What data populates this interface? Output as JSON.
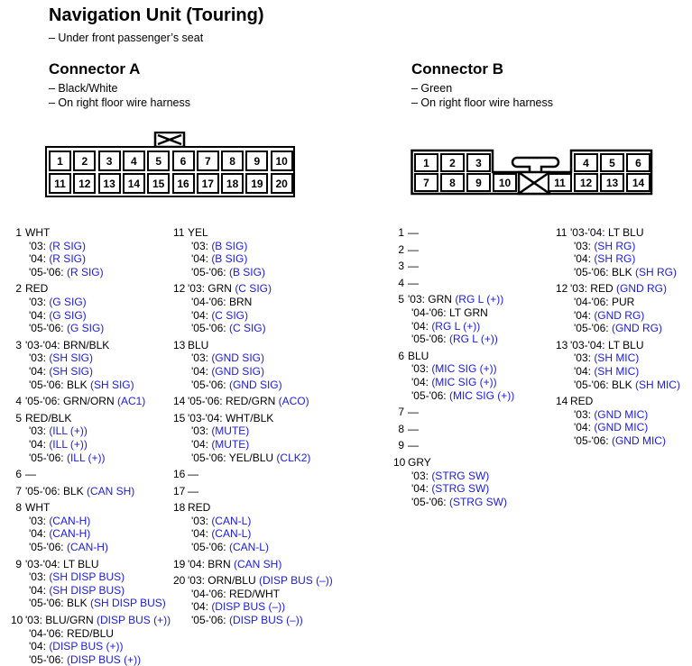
{
  "title": "Navigation Unit (Touring)",
  "location": "– Under front passenger’s seat",
  "connector_a": {
    "title": "Connector A",
    "notes": [
      "– Black/White",
      "– On right floor wire harness"
    ],
    "cells_top": [
      "1",
      "2",
      "3",
      "4",
      "5",
      "6",
      "7",
      "8",
      "9",
      "10"
    ],
    "cells_bottom": [
      "11",
      "12",
      "13",
      "14",
      "15",
      "16",
      "17",
      "18",
      "19",
      "20"
    ]
  },
  "connector_b": {
    "title": "Connector B",
    "notes": [
      "– Green",
      "– On right floor wire harness"
    ],
    "cells_top_left": [
      "1",
      "2",
      "3"
    ],
    "cells_top_right": [
      "4",
      "5",
      "6"
    ],
    "cells_bottom_left": [
      "7",
      "8",
      "9",
      "10"
    ],
    "cells_bottom_right": [
      "11",
      "12",
      "13",
      "14"
    ]
  },
  "pins_a_col1": [
    {
      "num": "1",
      "head": "WHT",
      "head_sig": "",
      "lines": [
        [
          "'03: ",
          "(R SIG)"
        ],
        [
          "'04: ",
          "(R SIG)"
        ],
        [
          "'05-'06: ",
          "(R SIG)"
        ]
      ]
    },
    {
      "num": "2",
      "head": "RED",
      "head_sig": "",
      "lines": [
        [
          "'03: ",
          "(G SIG)"
        ],
        [
          "'04: ",
          "(G SIG)"
        ],
        [
          "'05-'06: ",
          "(G SIG)"
        ]
      ]
    },
    {
      "num": "3",
      "head": "'03-'04: BRN/BLK",
      "head_sig": "",
      "lines": [
        [
          "'03: ",
          "(SH SIG)"
        ],
        [
          "'04: ",
          "(SH SIG)"
        ],
        [
          "'05-'06: BLK ",
          "(SH SIG)"
        ]
      ]
    },
    {
      "num": "4",
      "head": "'05-'06: GRN/ORN ",
      "head_sig": "(AC1)",
      "lines": []
    },
    {
      "num": "5",
      "head": "RED/BLK",
      "head_sig": "",
      "lines": [
        [
          "'03: ",
          "(ILL (+))"
        ],
        [
          "'04: ",
          "(ILL (+))"
        ],
        [
          "'05-'06: ",
          "(ILL (+))"
        ]
      ]
    },
    {
      "num": "6",
      "head": "—",
      "head_sig": "",
      "lines": []
    },
    {
      "num": "7",
      "head": "'05-'06: BLK ",
      "head_sig": "(CAN SH)",
      "lines": []
    },
    {
      "num": "8",
      "head": "WHT",
      "head_sig": "",
      "lines": [
        [
          "'03: ",
          "(CAN-H)"
        ],
        [
          "'04: ",
          "(CAN-H)"
        ],
        [
          "'05-'06: ",
          "(CAN-H)"
        ]
      ]
    },
    {
      "num": "9",
      "head": "'03-'04: LT BLU",
      "head_sig": "",
      "lines": [
        [
          "'03: ",
          "(SH DISP BUS)"
        ],
        [
          "'04: ",
          "(SH DISP BUS)"
        ],
        [
          "'05-'06: BLK ",
          "(SH DISP BUS)"
        ]
      ]
    },
    {
      "num": "10",
      "head": "'03: BLU/GRN ",
      "head_sig": "(DISP BUS (+))",
      "lines": [
        [
          "'04-'06: RED/BLU",
          ""
        ],
        [
          "'04: ",
          "(DISP BUS (+))"
        ],
        [
          "'05-'06: ",
          "(DISP BUS (+))"
        ]
      ]
    }
  ],
  "pins_a_col2": [
    {
      "num": "11",
      "head": "YEL",
      "head_sig": "",
      "lines": [
        [
          "'03: ",
          "(B SIG)"
        ],
        [
          "'04: ",
          "(B SIG)"
        ],
        [
          "'05-'06: ",
          "(B SIG)"
        ]
      ]
    },
    {
      "num": "12",
      "head": "'03: GRN ",
      "head_sig": "(C SIG)",
      "lines": [
        [
          "'04-'06: BRN",
          ""
        ],
        [
          "'04: ",
          "(C SIG)"
        ],
        [
          "'05-'06: ",
          "(C SIG)"
        ]
      ]
    },
    {
      "num": "13",
      "head": "BLU",
      "head_sig": "",
      "lines": [
        [
          "'03: ",
          "(GND SIG)"
        ],
        [
          "'04: ",
          "(GND SIG)"
        ],
        [
          "'05-'06: ",
          "(GND SIG)"
        ]
      ]
    },
    {
      "num": "14",
      "head": "'05-'06: RED/GRN ",
      "head_sig": "(ACO)",
      "lines": []
    },
    {
      "num": "15",
      "head": "'03-'04: WHT/BLK",
      "head_sig": "",
      "lines": [
        [
          "'03: ",
          "(MUTE)"
        ],
        [
          "'04: ",
          "(MUTE)"
        ],
        [
          "'05-'06: YEL/BLU ",
          "(CLK2)"
        ]
      ]
    },
    {
      "num": "16",
      "head": "—",
      "head_sig": "",
      "lines": []
    },
    {
      "num": "17",
      "head": "—",
      "head_sig": "",
      "lines": []
    },
    {
      "num": "18",
      "head": "RED",
      "head_sig": "",
      "lines": [
        [
          "'03: ",
          "(CAN-L)"
        ],
        [
          "'04: ",
          "(CAN-L)"
        ],
        [
          "'05-'06: ",
          "(CAN-L)"
        ]
      ]
    },
    {
      "num": "19",
      "head": "'04: BRN ",
      "head_sig": "(CAN SH)",
      "lines": []
    },
    {
      "num": "20",
      "head": "'03: ORN/BLU ",
      "head_sig": "(DISP BUS (–))",
      "lines": [
        [
          "'04-'06: RED/WHT",
          ""
        ],
        [
          "'04: ",
          "(DISP BUS (–))"
        ],
        [
          "'05-'06: ",
          "(DISP BUS (–))"
        ]
      ]
    }
  ],
  "pins_b_col1": [
    {
      "num": "1",
      "head": "—",
      "head_sig": "",
      "lines": []
    },
    {
      "num": "2",
      "head": "—",
      "head_sig": "",
      "lines": []
    },
    {
      "num": "3",
      "head": "—",
      "head_sig": "",
      "lines": []
    },
    {
      "num": "4",
      "head": "—",
      "head_sig": "",
      "lines": []
    },
    {
      "num": "5",
      "head": "'03: GRN ",
      "head_sig": "(RG L (+))",
      "lines": [
        [
          "'04-'06: LT GRN",
          ""
        ],
        [
          "'04: ",
          "(RG L (+))"
        ],
        [
          "'05-'06: ",
          "(RG L (+))"
        ]
      ]
    },
    {
      "num": "6",
      "head": "BLU",
      "head_sig": "",
      "lines": [
        [
          "'03: ",
          "(MIC SIG (+))"
        ],
        [
          "'04: ",
          "(MIC SIG (+))"
        ],
        [
          "'05-'06: ",
          "(MIC SIG (+))"
        ]
      ]
    },
    {
      "num": "7",
      "head": "—",
      "head_sig": "",
      "lines": []
    },
    {
      "num": "8",
      "head": "—",
      "head_sig": "",
      "lines": []
    },
    {
      "num": "9",
      "head": "—",
      "head_sig": "",
      "lines": []
    },
    {
      "num": "10",
      "head": "GRY",
      "head_sig": "",
      "lines": [
        [
          "'03: ",
          "(STRG SW)"
        ],
        [
          "'04: ",
          "(STRG SW)"
        ],
        [
          "'05-'06: ",
          "(STRG SW)"
        ]
      ]
    }
  ],
  "pins_b_col2": [
    {
      "num": "11",
      "head": "'03-'04: LT BLU",
      "head_sig": "",
      "lines": [
        [
          "'03: ",
          "(SH RG)"
        ],
        [
          "'04: ",
          "(SH RG)"
        ],
        [
          "'05-'06: BLK ",
          "(SH RG)"
        ]
      ]
    },
    {
      "num": "12",
      "head": "'03: RED ",
      "head_sig": "(GND RG)",
      "lines": [
        [
          "'04-'06: PUR",
          ""
        ],
        [
          "'04: ",
          "(GND RG)"
        ],
        [
          "'05-'06: ",
          "(GND RG)"
        ]
      ]
    },
    {
      "num": "13",
      "head": "'03-'04: LT BLU",
      "head_sig": "",
      "lines": [
        [
          "'03: ",
          "(SH MIC)"
        ],
        [
          "'04: ",
          "(SH MIC)"
        ],
        [
          "'05-'06: BLK ",
          "(SH MIC)"
        ]
      ]
    },
    {
      "num": "14",
      "head": "RED",
      "head_sig": "",
      "lines": [
        [
          "'03: ",
          "(GND MIC)"
        ],
        [
          "'04: ",
          "(GND MIC)"
        ],
        [
          "'05-'06: ",
          "(GND MIC)"
        ]
      ]
    }
  ],
  "colors": {
    "signal": "#1a1ae6",
    "text": "#000000"
  }
}
